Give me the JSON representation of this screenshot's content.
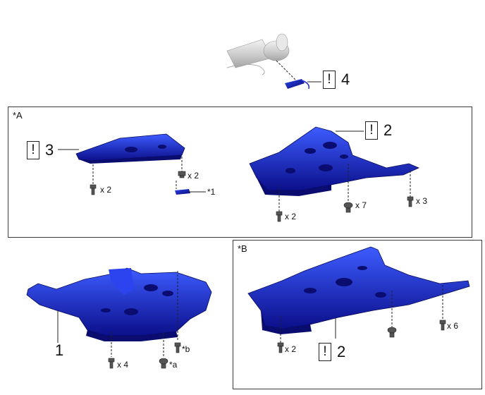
{
  "sections": {
    "a_label": "*A",
    "b_label": "*B"
  },
  "callouts": {
    "warn_glyph": "!",
    "c4": "4",
    "c2_top": "2",
    "c3": "3",
    "c1": "1",
    "c2_bottom": "2"
  },
  "quantities": {
    "a_left_bolt": "x 2",
    "a_left_nut": "x 2",
    "a_left_star": "*1",
    "a_right_bolt_1": "x 2",
    "a_right_bolt_2": "x 7",
    "a_right_bolt_3": "x 3",
    "front_bolt": "x 4",
    "front_star_a": "*a",
    "front_star_b": "*b",
    "b_bolt_1": "x 2",
    "b_bolt_2": "x 6"
  },
  "colors": {
    "part_dark": "#0b0f8a",
    "part_mid": "#1c2ad6",
    "part_light": "#3d5cff",
    "border": "#3a3a3a"
  }
}
